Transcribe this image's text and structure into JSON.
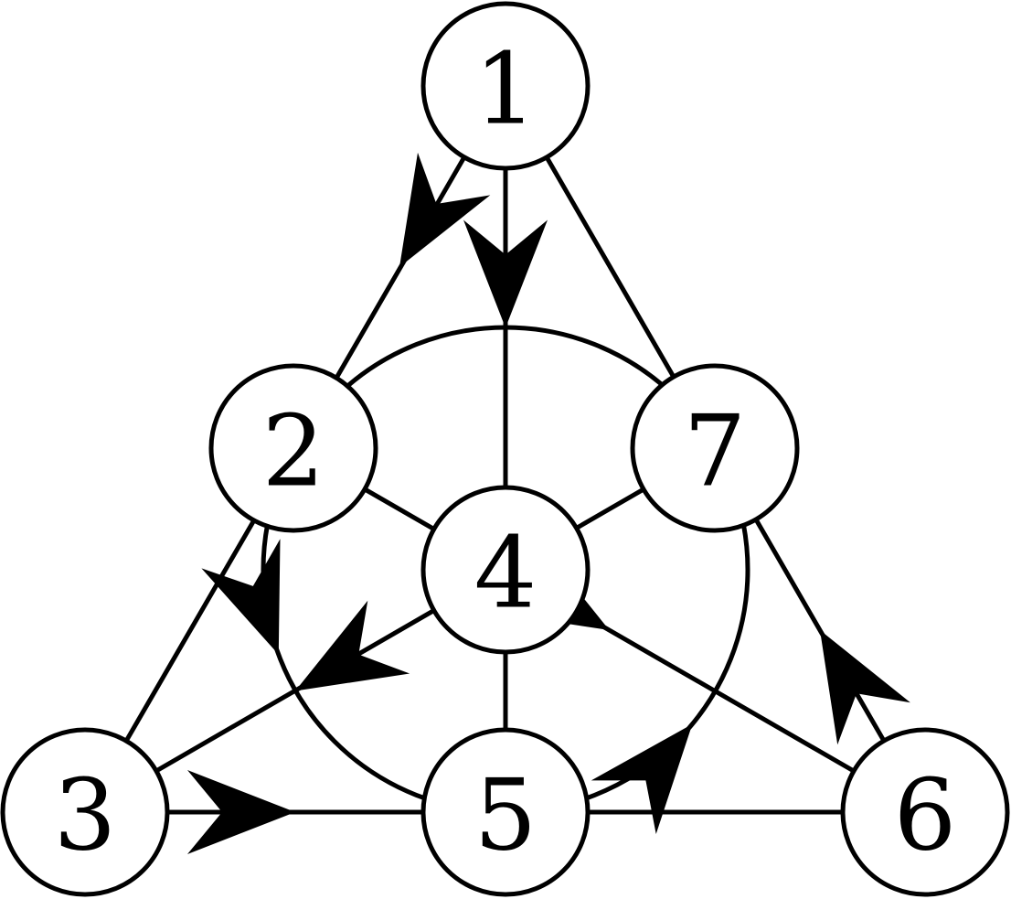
{
  "diagram": {
    "type": "fano-plane",
    "colors": {
      "stroke": "#000000",
      "node_fill": "#ffffff",
      "background": "#ffffff"
    },
    "nodes": [
      {
        "id": "1",
        "label": "1"
      },
      {
        "id": "2",
        "label": "2"
      },
      {
        "id": "3",
        "label": "3"
      },
      {
        "id": "4",
        "label": "4"
      },
      {
        "id": "5",
        "label": "5"
      },
      {
        "id": "6",
        "label": "6"
      },
      {
        "id": "7",
        "label": "7"
      }
    ],
    "lines": [
      {
        "points": [
          "1",
          "2",
          "3"
        ]
      },
      {
        "points": [
          "1",
          "4",
          "5"
        ]
      },
      {
        "points": [
          "1",
          "7",
          "6"
        ]
      },
      {
        "points": [
          "3",
          "5",
          "6"
        ]
      },
      {
        "points": [
          "2",
          "4",
          "6"
        ]
      },
      {
        "points": [
          "3",
          "4",
          "7"
        ]
      },
      {
        "points": [
          "2",
          "5",
          "7"
        ],
        "shape": "circle"
      }
    ],
    "arrows": [
      {
        "from": "1",
        "to": "2"
      },
      {
        "from": "1",
        "to": "4"
      },
      {
        "from": "2",
        "to": "5"
      },
      {
        "from": "4",
        "to": "3"
      },
      {
        "from": "3",
        "to": "5"
      },
      {
        "from": "2",
        "to": "6"
      },
      {
        "from": "5",
        "to": "7"
      },
      {
        "from": "6",
        "to": "7"
      }
    ]
  }
}
